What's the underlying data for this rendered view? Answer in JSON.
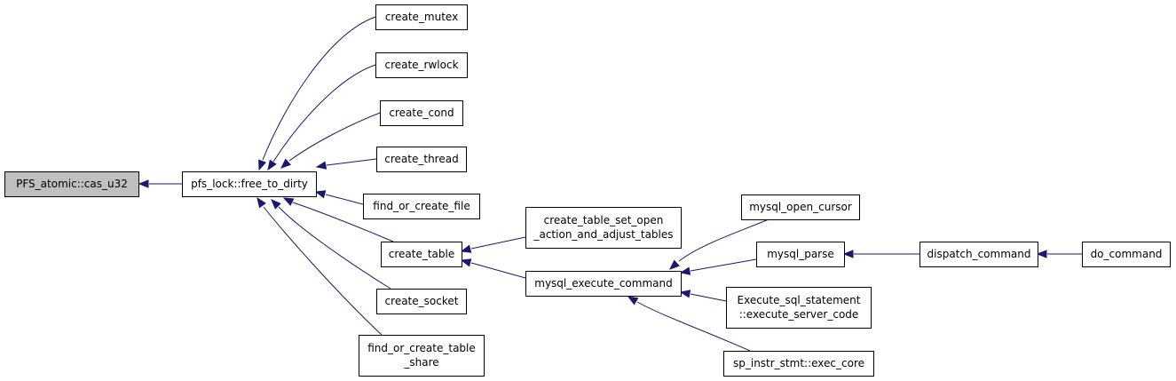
{
  "nodes": [
    {
      "id": "cas_u32",
      "lines": [
        "PFS_atomic::cas_u32"
      ],
      "highlighted": true
    },
    {
      "id": "free_to_dirty",
      "lines": [
        "pfs_lock::free_to_dirty"
      ]
    },
    {
      "id": "create_mutex",
      "lines": [
        "create_mutex"
      ]
    },
    {
      "id": "create_rwlock",
      "lines": [
        "create_rwlock"
      ]
    },
    {
      "id": "create_cond",
      "lines": [
        "create_cond"
      ]
    },
    {
      "id": "create_thread",
      "lines": [
        "create_thread"
      ]
    },
    {
      "id": "find_or_create_file",
      "lines": [
        "find_or_create_file"
      ]
    },
    {
      "id": "create_table",
      "lines": [
        "create_table"
      ]
    },
    {
      "id": "create_socket",
      "lines": [
        "create_socket"
      ]
    },
    {
      "id": "find_or_create_table_share",
      "lines": [
        "find_or_create_table",
        "_share"
      ]
    },
    {
      "id": "create_table_set_open",
      "lines": [
        "create_table_set_open",
        "_action_and_adjust_tables"
      ]
    },
    {
      "id": "mysql_execute_command",
      "lines": [
        "mysql_execute_command"
      ]
    },
    {
      "id": "mysql_open_cursor",
      "lines": [
        "mysql_open_cursor"
      ]
    },
    {
      "id": "mysql_parse",
      "lines": [
        "mysql_parse"
      ]
    },
    {
      "id": "execute_server_code",
      "lines": [
        "Execute_sql_statement",
        "::execute_server_code"
      ]
    },
    {
      "id": "exec_core",
      "lines": [
        "sp_instr_stmt::exec_core"
      ]
    },
    {
      "id": "dispatch_command",
      "lines": [
        "dispatch_command"
      ]
    },
    {
      "id": "do_command",
      "lines": [
        "do_command"
      ]
    }
  ],
  "edges": [
    {
      "from": "free_to_dirty",
      "to": "cas_u32"
    },
    {
      "from": "create_mutex",
      "to": "free_to_dirty"
    },
    {
      "from": "create_rwlock",
      "to": "free_to_dirty"
    },
    {
      "from": "create_cond",
      "to": "free_to_dirty"
    },
    {
      "from": "create_thread",
      "to": "free_to_dirty"
    },
    {
      "from": "find_or_create_file",
      "to": "free_to_dirty"
    },
    {
      "from": "create_table",
      "to": "free_to_dirty"
    },
    {
      "from": "create_socket",
      "to": "free_to_dirty"
    },
    {
      "from": "find_or_create_table_share",
      "to": "free_to_dirty"
    },
    {
      "from": "create_table_set_open",
      "to": "create_table"
    },
    {
      "from": "mysql_execute_command",
      "to": "create_table"
    },
    {
      "from": "mysql_open_cursor",
      "to": "mysql_execute_command"
    },
    {
      "from": "mysql_parse",
      "to": "mysql_execute_command"
    },
    {
      "from": "execute_server_code",
      "to": "mysql_execute_command"
    },
    {
      "from": "exec_core",
      "to": "mysql_execute_command"
    },
    {
      "from": "dispatch_command",
      "to": "mysql_parse"
    },
    {
      "from": "do_command",
      "to": "dispatch_command"
    }
  ],
  "colors": {
    "edge": "#191970",
    "highlight_fill": "#bfbfbf",
    "node_stroke": "#000000"
  }
}
